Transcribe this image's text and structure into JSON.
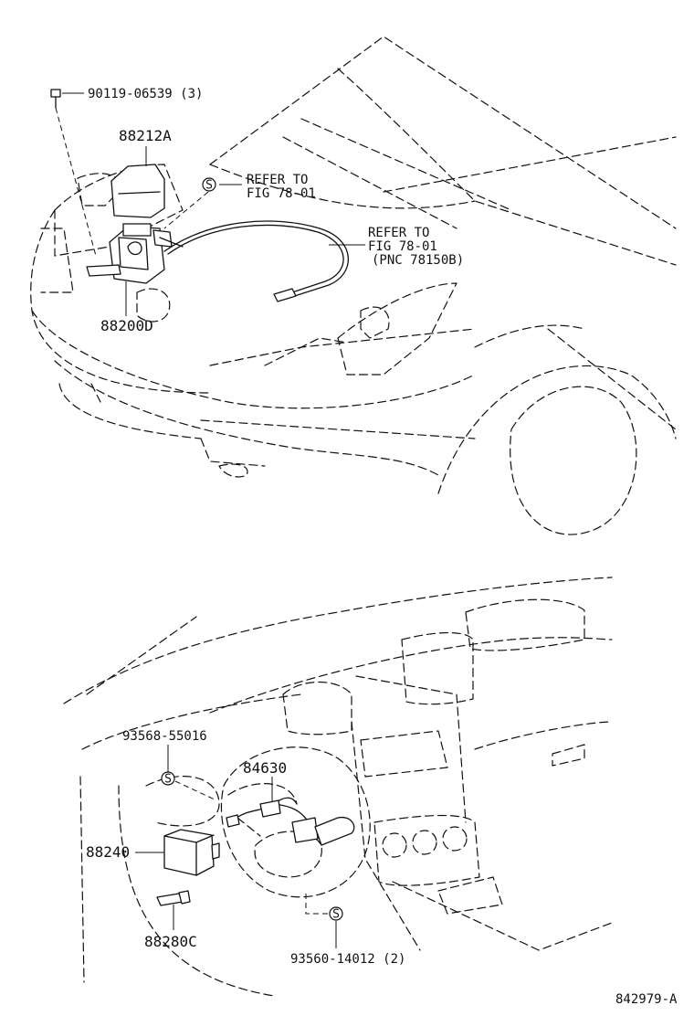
{
  "top": {
    "bolt_part": "90119-06539 (3)",
    "cover_part": "88212A",
    "ref1_line1": "REFER TO",
    "ref1_line2": "FIG 78-01",
    "ref2_line1": "REFER TO",
    "ref2_line2": "FIG 78-01",
    "ref2_line3": "(PNC 78150B)",
    "actuator_part": "88200D",
    "s_mark": "S"
  },
  "bottom": {
    "screw1_part": "93568-55016",
    "switch_part": "84630",
    "computer_part": "88240",
    "sensor_part": "88280C",
    "screw2_part": "93560-14012 (2)",
    "s_mark": "S"
  },
  "footer": {
    "illustration_number": "842979-A"
  }
}
